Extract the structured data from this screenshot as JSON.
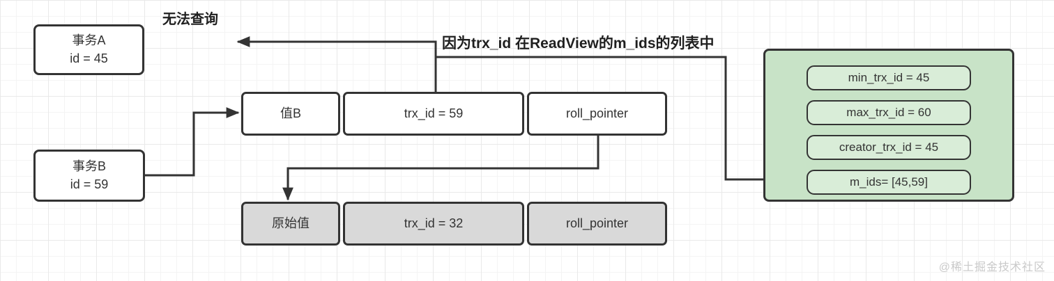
{
  "annotations": {
    "cannot_query": "无法查询",
    "reason": "因为trx_id 在ReadView的m_ids的列表中"
  },
  "transaction_a": {
    "name": "事务A",
    "id_label": "id = 45"
  },
  "transaction_b": {
    "name": "事务B",
    "id_label": "id = 59"
  },
  "current_version_row": {
    "cells": [
      "值B",
      "trx_id = 59",
      "roll_pointer"
    ]
  },
  "old_version_row": {
    "cells": [
      "原始值",
      "trx_id = 32",
      "roll_pointer"
    ]
  },
  "read_view": {
    "items": [
      "min_trx_id = 45",
      "max_trx_id = 60",
      "creator_trx_id = 45",
      "m_ids= [45,59]"
    ]
  },
  "watermark": "@稀土掘金技术社区",
  "colors": {
    "line": "#333333",
    "box_border": "#333333",
    "white_box_fill": "#ffffff",
    "gray_box_fill": "#d9d9d9",
    "readview_panel_fill": "#c8e3c7",
    "readview_item_fill": "#d9edd8",
    "annotation_text": "#1f1f1f",
    "watermark_text": "#c9c9c9"
  }
}
